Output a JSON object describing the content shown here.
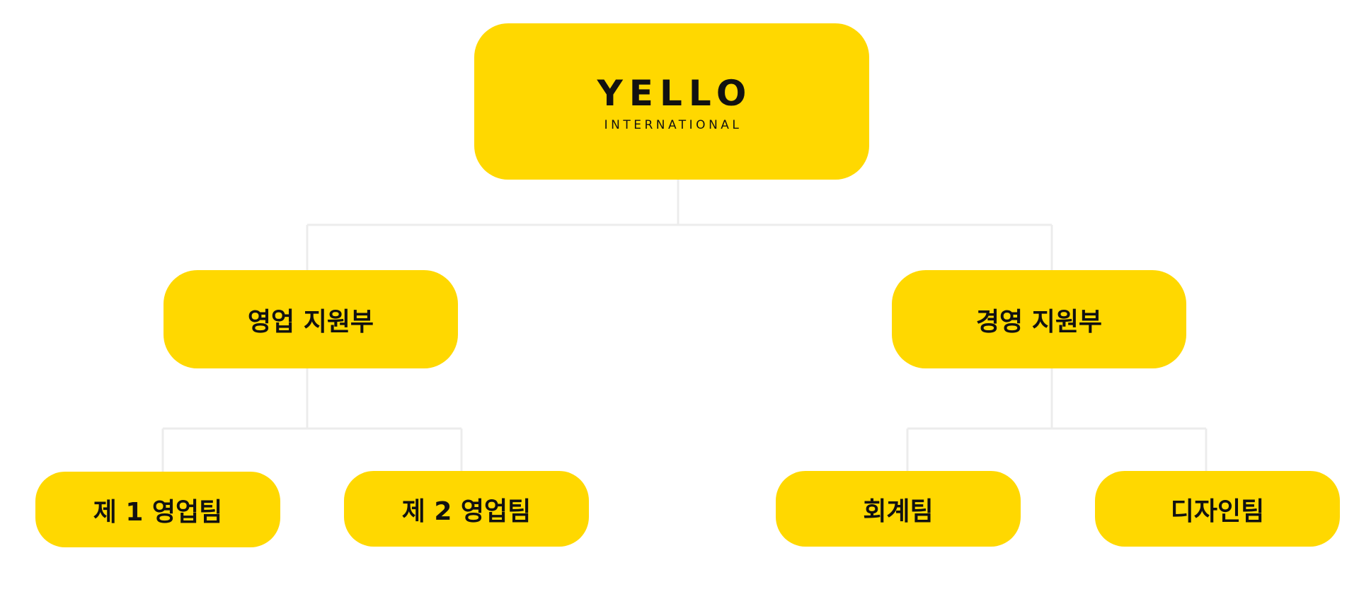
{
  "colors": {
    "node_fill": "#FFD800",
    "connector": "#ECECEC",
    "text": "#111111"
  },
  "root": {
    "logo_word": "YELLO",
    "logo_sub": "INTERNATIONAL"
  },
  "departments": [
    {
      "label": "영업 지원부",
      "teams": [
        "제 1 영업팀",
        "제 2 영업팀"
      ]
    },
    {
      "label": "경영 지원부",
      "teams": [
        "회계팀",
        "디자인팀"
      ]
    }
  ]
}
